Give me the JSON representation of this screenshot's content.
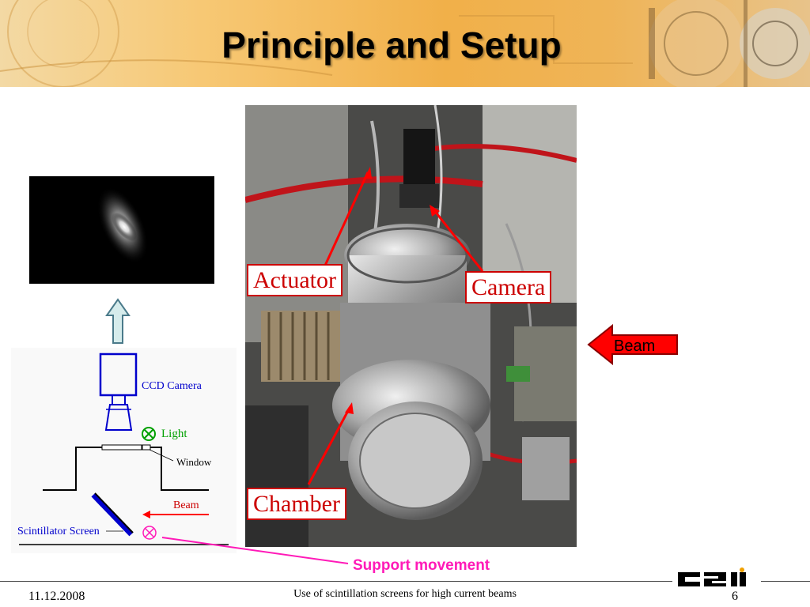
{
  "slide": {
    "title": "Principle and Setup"
  },
  "photo_labels": {
    "actuator": "Actuator",
    "camera": "Camera",
    "chamber": "Chamber"
  },
  "diagram": {
    "ccd_camera": "CCD Camera",
    "light": "Light",
    "window": "Window",
    "beam": "Beam",
    "scintillator_screen": "Scintillator Screen"
  },
  "beam_arrow_label": "Beam",
  "support_movement": "Support movement",
  "footer": {
    "date": "11.12.2008",
    "title": "Use of scintillation screens for high current beams",
    "page": "6",
    "logo_text": "GSI"
  },
  "colors": {
    "label_red": "#cc0000",
    "diagram_blue": "#0000cc",
    "light_green": "#00a000",
    "beam_arrow_red": "#ff0000",
    "support_magenta": "#ff1ab8"
  }
}
